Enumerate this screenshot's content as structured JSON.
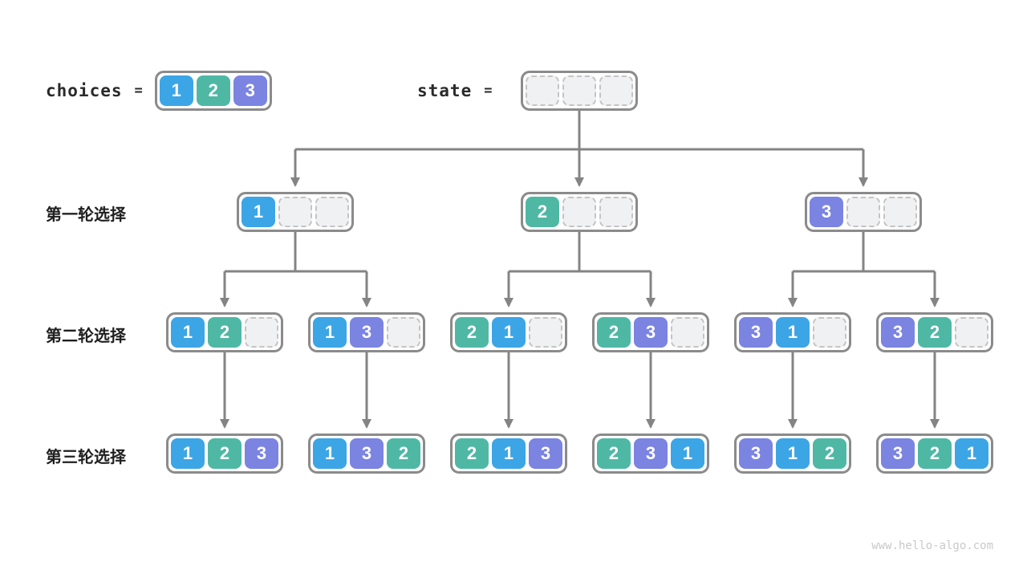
{
  "header": {
    "choices_label": "choices",
    "equals": "=",
    "state_label": "state"
  },
  "choices_values": [
    1,
    2,
    3
  ],
  "state_cells": [
    null,
    null,
    null
  ],
  "rows": [
    {
      "label": "第一轮选择"
    },
    {
      "label": "第二轮选择"
    },
    {
      "label": "第三轮选择"
    }
  ],
  "tree": {
    "round1": [
      [
        1,
        null,
        null
      ],
      [
        2,
        null,
        null
      ],
      [
        3,
        null,
        null
      ]
    ],
    "round2": [
      [
        1,
        2,
        null
      ],
      [
        1,
        3,
        null
      ],
      [
        2,
        1,
        null
      ],
      [
        2,
        3,
        null
      ],
      [
        3,
        1,
        null
      ],
      [
        3,
        2,
        null
      ]
    ],
    "round3": [
      [
        1,
        2,
        3
      ],
      [
        1,
        3,
        2
      ],
      [
        2,
        1,
        3
      ],
      [
        2,
        3,
        1
      ],
      [
        3,
        1,
        2
      ],
      [
        3,
        2,
        1
      ]
    ]
  },
  "colors": {
    "1": "#3CA5E6",
    "2": "#4FB8A5",
    "3": "#7B84E1",
    "arrow": "#848484",
    "box_border": "#8b8b8b",
    "empty_fill": "#f0f1f2",
    "empty_border": "#c4c4c4"
  },
  "footer": {
    "watermark": "www.hello-algo.com"
  }
}
